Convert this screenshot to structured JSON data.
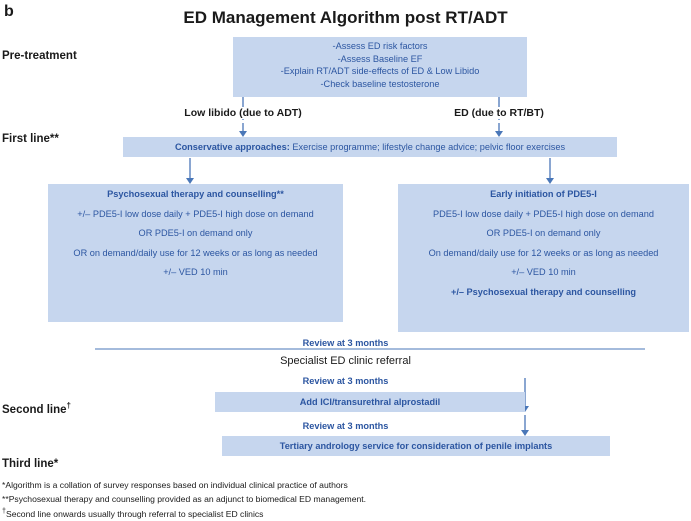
{
  "panel_letter": "b",
  "title": "ED Management Algorithm post RT/ADT",
  "stage_labels": {
    "pretreatment": "Pre-treatment",
    "first_line": "First line**",
    "second_line": "Second line",
    "second_line_mark": "†",
    "third_line": "Third line*"
  },
  "pretreatment_box": [
    "-Assess ED risk factors",
    "-Assess Baseline EF",
    "-Explain RT/ADT side-effects of ED & Low Libido",
    "-Check baseline testosterone"
  ],
  "branches": {
    "left": "Low libido (due to ADT)",
    "right": "ED (due to RT/BT)"
  },
  "first_line_box": {
    "bold": "Conservative approaches:",
    "text": " Exercise programme; lifestyle change advice; pelvic floor exercises"
  },
  "left_box": {
    "heading": "Psychosexual therapy and counselling**",
    "lines": [
      "+/– PDE5-I low dose daily + PDE5-I high dose on demand",
      "OR PDE5-I on demand only",
      "OR on demand/daily use for 12 weeks or as long as needed",
      "+/– VED 10 min"
    ]
  },
  "right_box": {
    "heading": "Early initiation of PDE5-I",
    "lines": [
      "PDE5-I low dose daily + PDE5-I high dose on demand",
      "OR PDE5-I on demand only",
      "On demand/daily use for 12 weeks or as long as needed",
      "+/– VED 10 min"
    ],
    "footer": "+/– Psychosexual therapy and counselling"
  },
  "review_1": "Review at 3 months",
  "referral": "Specialist ED clinic referral",
  "review_2": "Review at 3 months",
  "second_line_box": "Add ICI/transurethral alprostadil",
  "review_3": "Review at 3 months",
  "third_line_box": "Tertiary andrology service for consideration of penile implants",
  "footnotes": [
    "*Algorithm is a collation of survey responses based on individual clinical practice of authors",
    "**Psychosexual therapy and counselling provided as an adjunct to biomedical ED management."
  ],
  "footnote_dagger": {
    "mark": "†",
    "text": "Second line onwards usually through referral to specialist ED clinics"
  }
}
